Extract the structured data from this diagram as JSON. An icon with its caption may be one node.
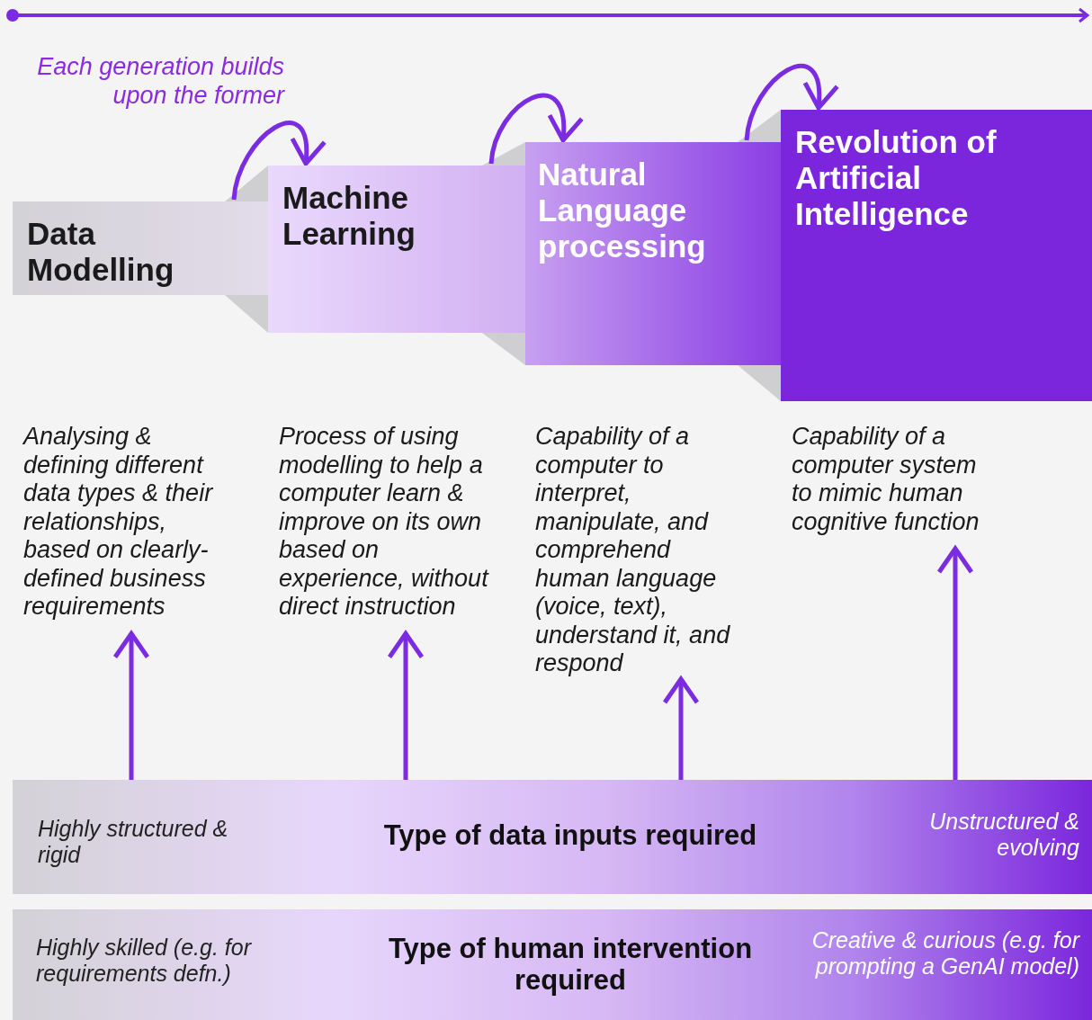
{
  "diagram": {
    "nodes": [
      {
        "text": [
          "Data Modelling"
        ]
      },
      {
        "text": [
          "Machine Learning"
        ]
      },
      {
        "text": [
          "Natural Language processing"
        ]
      },
      {
        "text": [
          "Revolution of Artificial Intelligence"
        ]
      },
      {
        "text": [
          "Analysing & defining different data types & their relationships, based on clearly-defined business requirements"
        ]
      },
      {
        "text": [
          "Process of using modelling to help a computer learn & improve on its own based on experience, without direct instruction"
        ]
      },
      {
        "text": [
          "Capability of a computer to interpret, manipulate, and comprehend human language (voice, text), understand it, and respond"
        ]
      },
      {
        "text": [
          "Capability of a computer system to mimic human cognitive function"
        ]
      },
      {
        "text": [
          "Highly structured & rigid",
          "Type of data inputs required",
          "Unstructured & evolving"
        ]
      },
      {
        "text": [
          "Highly skilled (e.g. for requirements defn.)",
          "Type of human intervention required",
          "Creative & curious (e.g. for prompting a GenAI model)"
        ]
      }
    ],
    "edges": [
      {
        "from": 0,
        "to": 1,
        "arrow": "to"
      },
      {
        "from": 1,
        "to": 2,
        "arrow": "to"
      },
      {
        "from": 2,
        "to": 3,
        "arrow": "to"
      },
      {
        "from": 8,
        "to": 4,
        "arrow": "to"
      },
      {
        "from": 8,
        "to": 5,
        "arrow": "to"
      },
      {
        "from": 8,
        "to": 6,
        "arrow": "to"
      },
      {
        "from": 8,
        "to": 7,
        "arrow": "to"
      }
    ],
    "labels": [
      "Each generation builds upon the former"
    ]
  }
}
